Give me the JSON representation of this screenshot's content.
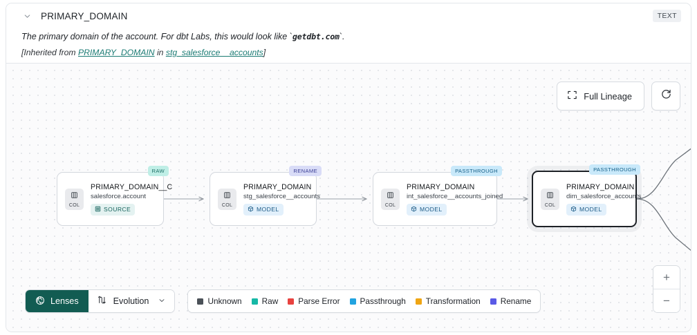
{
  "header": {
    "chevron_icon": "chevron-down-icon",
    "column_name": "PRIMARY_DOMAIN",
    "type_badge": "TEXT",
    "description_pre": "The primary domain of the account. For dbt Labs, this would look like `",
    "description_code": "getdbt.com",
    "description_post": "`.",
    "inherited_prefix": "[Inherited from ",
    "inherited_link": "PRIMARY_DOMAIN",
    "inherited_mid": " in ",
    "inherited_source": "stg_salesforce__accounts",
    "inherited_suffix": "]"
  },
  "controls": {
    "full_lineage_label": "Full Lineage",
    "full_lineage_icon": "expand-icon",
    "refresh_icon": "refresh-icon",
    "zoom_in_label": "+",
    "zoom_out_label": "−"
  },
  "graph": {
    "col_chip_label": "COL",
    "nodes": [
      {
        "tag": "RAW",
        "tag_bg": "#bfeee6",
        "tag_fg": "#1d6f66",
        "title": "PRIMARY_DOMAIN__C",
        "subtitle": "salesforce.account",
        "materialization": "SOURCE",
        "mat_kind": "source",
        "selected": false
      },
      {
        "tag": "RENAME",
        "tag_bg": "#d9dcf7",
        "tag_fg": "#3b3f96",
        "title": "PRIMARY_DOMAIN",
        "subtitle": "stg_salesforce__accounts",
        "materialization": "MODEL",
        "mat_kind": "model",
        "selected": false
      },
      {
        "tag": "PASSTHROUGH",
        "tag_bg": "#c9e9fa",
        "tag_fg": "#145e87",
        "title": "PRIMARY_DOMAIN",
        "subtitle": "int_salesforce__accounts_joined",
        "materialization": "MODEL",
        "mat_kind": "model",
        "selected": false
      },
      {
        "tag": "PASSTHROUGH",
        "tag_bg": "#c9e9fa",
        "tag_fg": "#145e87",
        "title": "PRIMARY_DOMAIN",
        "subtitle": "dim_salesforce_accounts",
        "materialization": "MODEL",
        "mat_kind": "model",
        "selected": true
      }
    ]
  },
  "toolbar": {
    "lenses_label": "Lenses",
    "lenses_icon": "aperture-icon",
    "evolution_label": "Evolution",
    "evolution_icon": "evolution-icon",
    "evolution_caret_icon": "chevron-down-icon",
    "legend": [
      {
        "label": "Unknown",
        "color": "#4b5158"
      },
      {
        "label": "Raw",
        "color": "#17b8a6"
      },
      {
        "label": "Parse Error",
        "color": "#e8423f"
      },
      {
        "label": "Passthrough",
        "color": "#21a3e0"
      },
      {
        "label": "Transformation",
        "color": "#efa513"
      },
      {
        "label": "Rename",
        "color": "#5a5ae6"
      }
    ]
  }
}
